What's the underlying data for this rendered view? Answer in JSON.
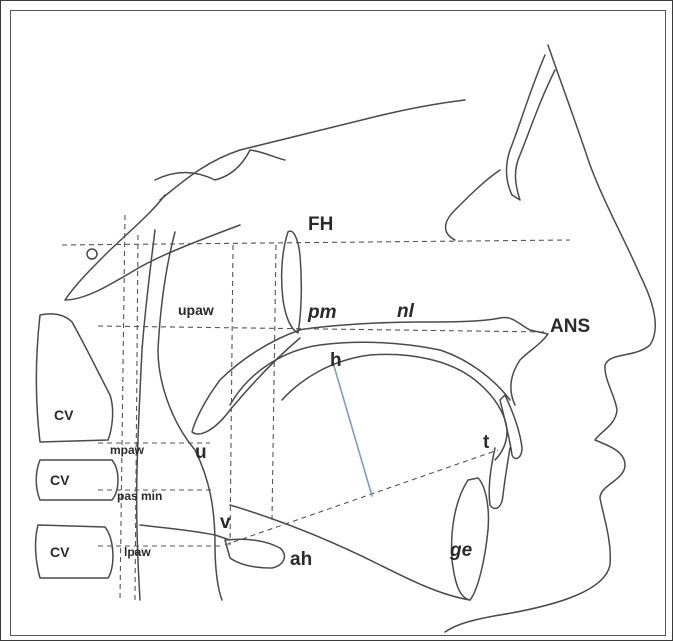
{
  "labels": {
    "fh": "FH",
    "upaw": "upaw",
    "pm": "pm",
    "nl": "nl",
    "ans": "ANS",
    "h": "h",
    "cv1": "CV",
    "cv2": "CV",
    "cv3": "CV",
    "mpaw": "mpaw",
    "u": "u",
    "pas_min": "pas min",
    "v": "v",
    "lpaw": "lpaw",
    "ah": "ah",
    "t": "t",
    "ge": "ge"
  },
  "colors": {
    "trace": "#4a4a4a",
    "hyoid_line": "#7c9cc6",
    "text": "#2a2a2a"
  }
}
